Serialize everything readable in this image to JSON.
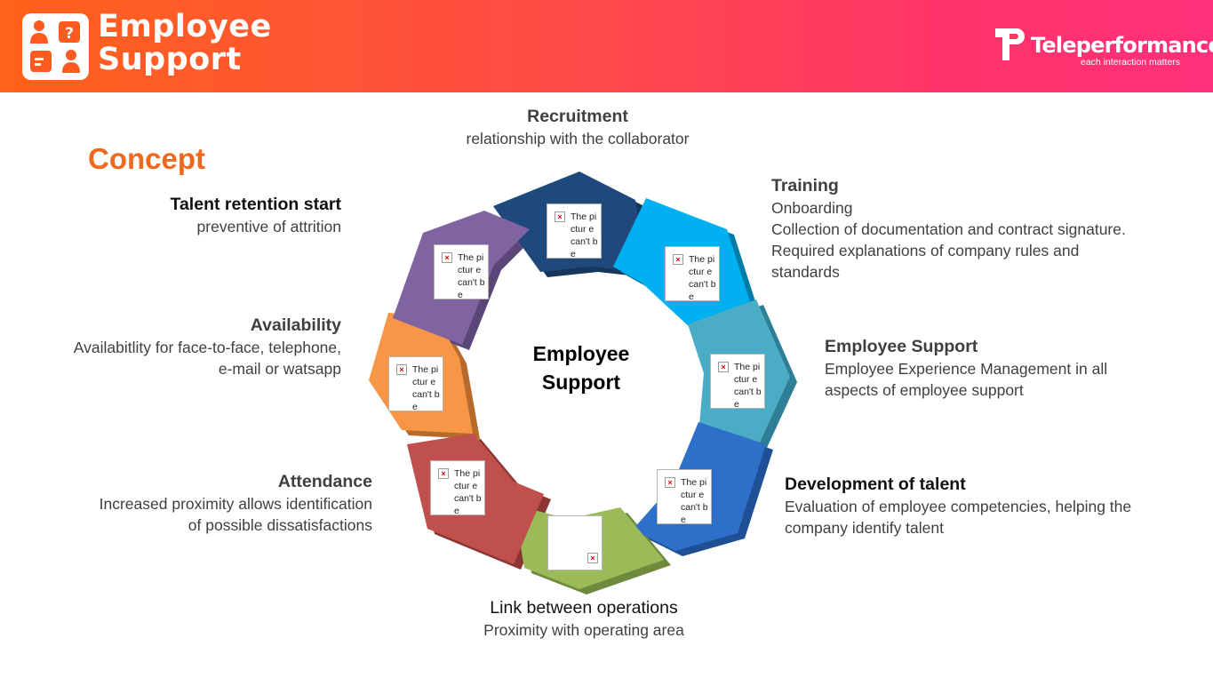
{
  "header": {
    "app_title_line1": "Employee",
    "app_title_line2": "Support",
    "brand_name": "Teleperformance",
    "brand_tagline": "each interaction matters"
  },
  "section_title": "Concept",
  "hub": {
    "line1": "Employee",
    "line2": "Support"
  },
  "placeholder_text": "The pictur e can't be",
  "steps": [
    {
      "title": "Recruitment",
      "desc": [
        "relationship with the collaborator"
      ]
    },
    {
      "title": "Training",
      "desc": [
        "Onboarding",
        "Collection of documentation and contract signature.",
        "Required explanations of company rules and",
        "standards"
      ]
    },
    {
      "title": "Employee Support",
      "desc": [
        "Employee Experience Management in all",
        "aspects of employee support"
      ]
    },
    {
      "title": "Development of talent",
      "desc": [
        "Evaluation of employee competencies, helping the",
        "company identify talent"
      ]
    },
    {
      "title": "Link between operations",
      "desc": [
        "Proximity with operating area"
      ]
    },
    {
      "title": "Attendance",
      "desc": [
        "Increased proximity allows identification",
        "of possible dissatisfactions"
      ]
    },
    {
      "title": "Availability",
      "desc": [
        "Availabitlity for face-to-face, telephone,",
        "e-mail or watsapp"
      ]
    },
    {
      "title": "Talent retention start",
      "desc": [
        "preventive of attrition"
      ]
    }
  ],
  "colors": {
    "header_start": "#ff6219",
    "header_end": "#ff2f7a",
    "concept": "#ef6a1f",
    "recruitment": "#1f497d",
    "training": "#00b0f0",
    "employee_support": "#4bacc6",
    "development": "#2e6fc9",
    "link": "#9bbb59",
    "attendance": "#c0504d",
    "availability": "#f79646",
    "retention": "#8064a2"
  },
  "icons": [
    "people-question-icon",
    "teleperformance-logo-icon",
    "broken-image-icon"
  ]
}
